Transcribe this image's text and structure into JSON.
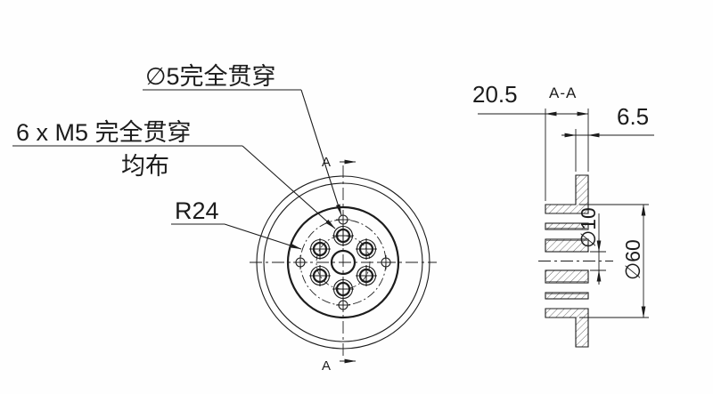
{
  "colors": {
    "line": "#1c1c1c",
    "background": "#fefefe"
  },
  "callouts": {
    "d5": "∅5完全贯穿",
    "m5": "6 x M5 完全贯穿",
    "m5_line2": "均布",
    "r24": "R24"
  },
  "dimensions": {
    "overall_width": "20.5",
    "flange_thickness": "6.5",
    "bore_dia": "∅10",
    "body_dia": "∅60"
  },
  "section": {
    "marker_top": "A",
    "marker_bottom": "A",
    "view_label": "A-A"
  }
}
